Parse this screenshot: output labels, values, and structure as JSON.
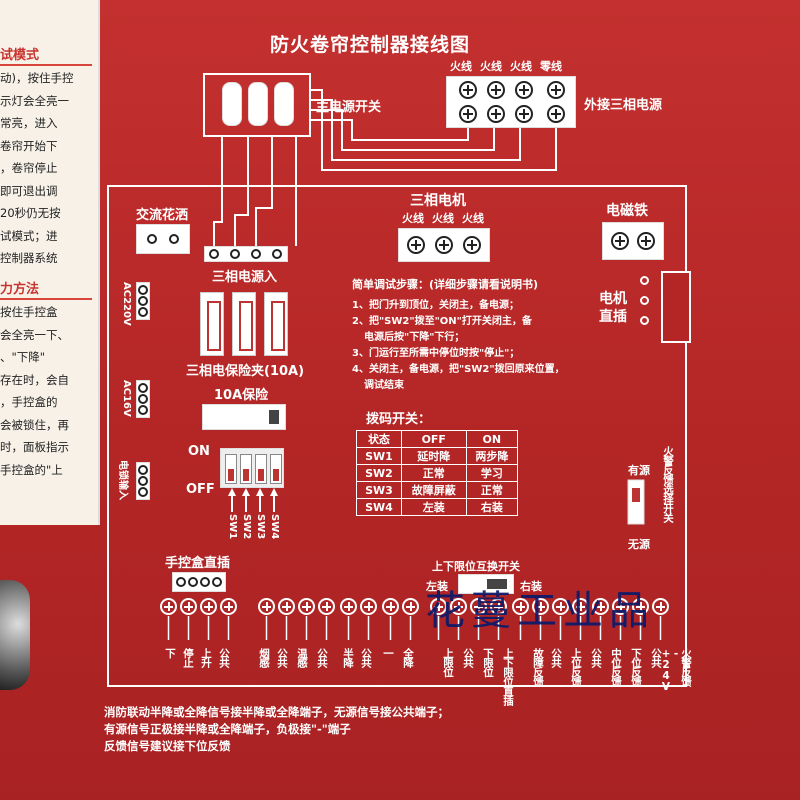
{
  "title": "防火卷帘控制器接线图",
  "sheet": {
    "heading1": "试模式",
    "lines1": [
      "动)，按住手控",
      "示灯会全亮一",
      "常亮，进入",
      "卷帘开始下",
      "，卷帘停止",
      "即可退出调",
      "20秒仍无按",
      "试模式；进",
      "控制器系统"
    ],
    "heading2": "力方法",
    "lines2": [
      "按住手控盒",
      "会全亮一下、",
      "、\"下降\"",
      "存在时，会自",
      "，手控盒的",
      "会被锁住，再",
      "时，面板指示",
      "手控盒的\"上"
    ]
  },
  "main_switch": {
    "label": "主电源开关"
  },
  "three_phase_in": {
    "labels": [
      "火线",
      "火线",
      "火线",
      "零线"
    ],
    "side_label": "外接三相电源"
  },
  "ac_shower": {
    "label": "交流花洒"
  },
  "power_in": {
    "label": "三相电源入"
  },
  "fuse_clamp": {
    "label": "三相电保险夹(10A)"
  },
  "fuse10a": {
    "label": "10A保险"
  },
  "side_labels": {
    "ac220": "AC220V",
    "ac16": "AC16V",
    "door_lock": "电锁输入"
  },
  "motor": {
    "title": "三相电机",
    "labels": [
      "火线",
      "火线",
      "火线"
    ]
  },
  "magnet": {
    "title": "电磁铁"
  },
  "motor_plug": {
    "label": "电机直插"
  },
  "steps": {
    "heading": "简单调试步骤：(详细步骤请看说明书)",
    "items": [
      "1、把门升到顶位，关闭主，备电源；",
      "2、把\"SW2\"拨至\"ON\"打开关闭主，备",
      "电源后按\"下降\"下行；",
      "3、门运行至所需中停位时按\"停止\"；",
      "4、关闭主，备电源，把\"SW2\"拨回原来位置，",
      "调试结束"
    ]
  },
  "dip": {
    "heading": "拨码开关：",
    "on": "ON",
    "off": "OFF",
    "switch_labels": [
      "SW1",
      "SW2",
      "SW3",
      "SW4"
    ],
    "table": {
      "headers": [
        "状态",
        "OFF",
        "ON"
      ],
      "rows": [
        [
          "SW1",
          "延时降",
          "两步降"
        ],
        [
          "SW2",
          "正常",
          "学习"
        ],
        [
          "SW3",
          "故障屏蔽",
          "正常"
        ],
        [
          "SW4",
          "左装",
          "右装"
        ]
      ]
    }
  },
  "fire_feedback": {
    "label": "火警反馈选择开关",
    "source": "有源",
    "no_source": "无源"
  },
  "handbox": {
    "label": "手控盒直插"
  },
  "limit_swap": {
    "label": "上下限位互换开关",
    "left": "左装",
    "right": "右装"
  },
  "terminals": [
    "下",
    "停止",
    "上升",
    "公共",
    "烟感",
    "公共",
    "温感",
    "公共",
    "半降",
    "公共",
    "一",
    "全降",
    "上限位",
    "公共",
    "下限位",
    "上下限位直插",
    "故障反馈",
    "公共",
    "上位反馈",
    "公共",
    "中位反馈",
    "下位反馈",
    "公共",
    "+24V",
    "-",
    "火警反馈"
  ],
  "notes": [
    "消防联动半降或全降信号接半降或全降端子，无源信号接公共端子；",
    "有源信号正极接半降或全降端子，负极接\"-\"端子",
    "反馈信号建议接下位反馈"
  ],
  "watermark": "花蔓工业品"
}
